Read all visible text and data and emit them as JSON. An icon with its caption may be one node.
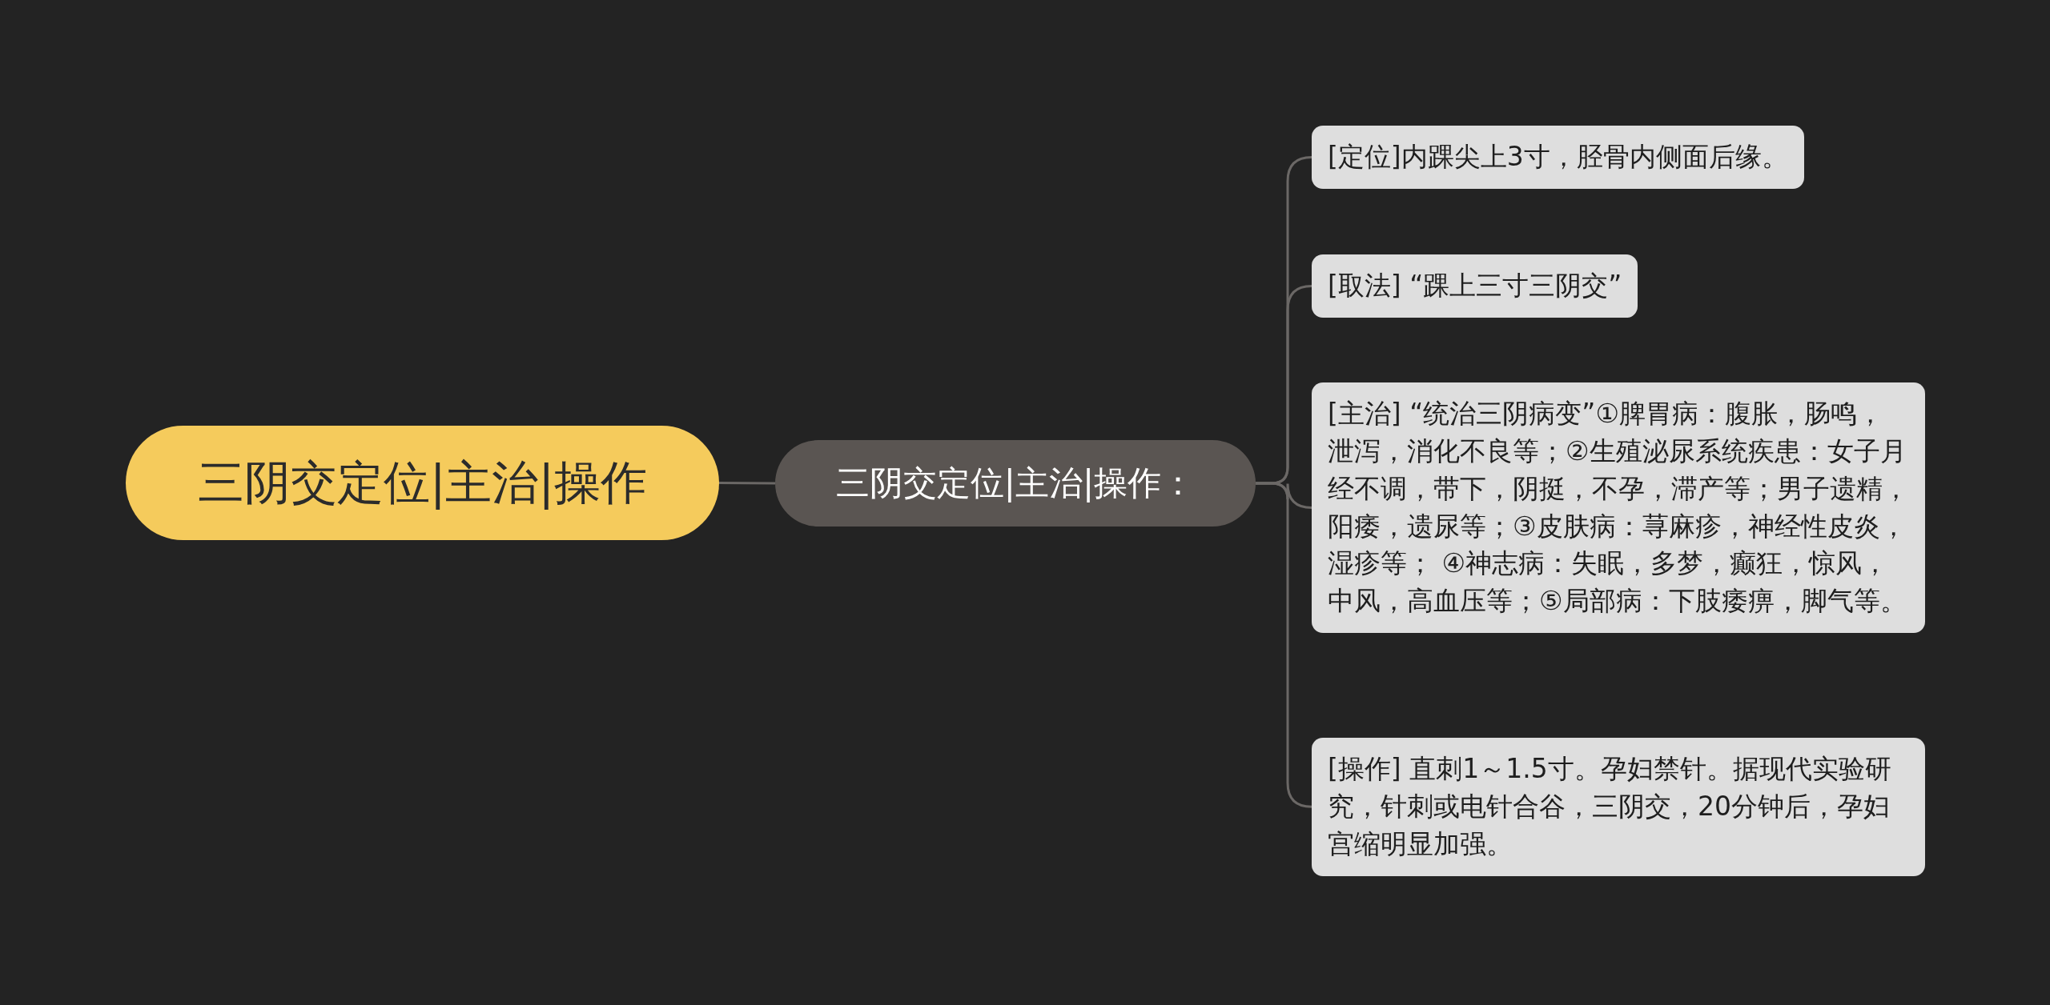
{
  "diagram": {
    "nodes": [
      {
        "text": [
          "三阴交定位|主治|操作"
        ]
      },
      {
        "text": [
          "三阴交定位|主治|操作："
        ]
      },
      {
        "text": [
          "[定位]内踝尖上3寸，胫骨内侧面后缘。"
        ]
      },
      {
        "text": [
          "[取法] “踝上三寸三阴交”"
        ]
      },
      {
        "text": [
          "[主治] “统治三阴病变”①脾胃病：腹胀，肠鸣，泄泻，消化不良等；②生殖泌尿系统疾患：女子月经不调，带下，阴挺，不孕，滞产等；男子遗精，阳痿，遗尿等；③皮肤病：荨麻疹，神经性皮炎，湿疹等； ④神志病：失眠，多梦，癫狂，惊风，中风，高血压等；⑤局部病：下肢痿痹，脚气等。"
        ]
      },
      {
        "text": [
          "[操作] 直刺1～1.5寸。孕妇禁针。据现代实验研究，针刺或电针合谷，三阴交，20分钟后，孕妇宫缩明显加强。"
        ]
      }
    ],
    "edges": [
      {
        "from": 0,
        "to": 1,
        "arrow": "none"
      },
      {
        "from": 1,
        "to": 2,
        "arrow": "none"
      },
      {
        "from": 1,
        "to": 3,
        "arrow": "none"
      },
      {
        "from": 1,
        "to": 4,
        "arrow": "none"
      },
      {
        "from": 1,
        "to": 5,
        "arrow": "none"
      }
    ]
  }
}
